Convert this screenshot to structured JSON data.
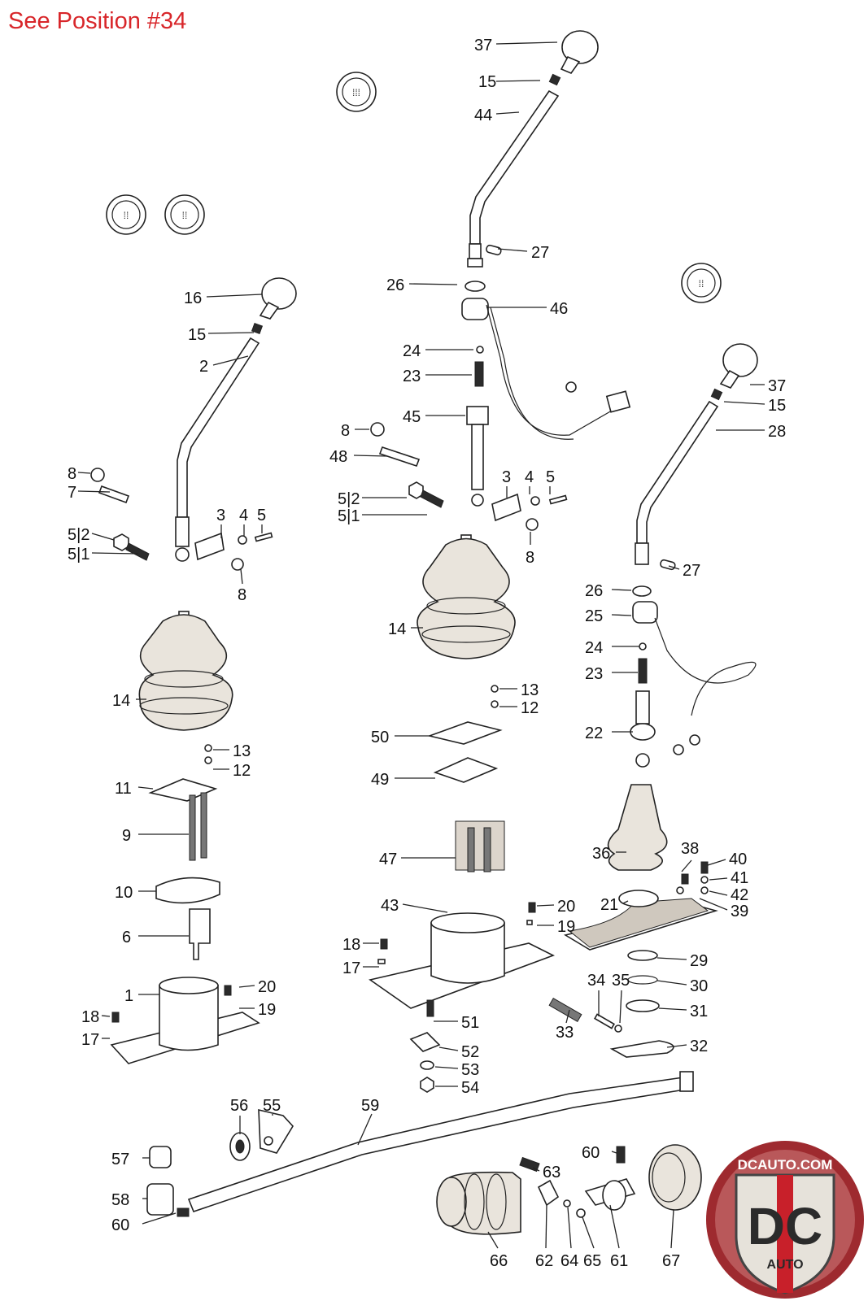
{
  "header": {
    "title": "See Position #34"
  },
  "callouts": [
    {
      "id": "c-37a",
      "text": "37"
    },
    {
      "id": "c-15a",
      "text": "15"
    },
    {
      "id": "c-44",
      "text": "44"
    },
    {
      "id": "c-27a",
      "text": "27"
    },
    {
      "id": "c-26a",
      "text": "26"
    },
    {
      "id": "c-46",
      "text": "46"
    },
    {
      "id": "c-24a",
      "text": "24"
    },
    {
      "id": "c-23a",
      "text": "23"
    },
    {
      "id": "c-45",
      "text": "45"
    },
    {
      "id": "c-8a",
      "text": "8"
    },
    {
      "id": "c-48",
      "text": "48"
    },
    {
      "id": "c-52a",
      "text": "5|2"
    },
    {
      "id": "c-51a",
      "text": "5|1"
    },
    {
      "id": "c-3a",
      "text": "3"
    },
    {
      "id": "c-4a",
      "text": "4"
    },
    {
      "id": "c-5a",
      "text": "5"
    },
    {
      "id": "c-8b",
      "text": "8"
    },
    {
      "id": "c-16",
      "text": "16"
    },
    {
      "id": "c-15b",
      "text": "15"
    },
    {
      "id": "c-2",
      "text": "2"
    },
    {
      "id": "c-8c",
      "text": "8"
    },
    {
      "id": "c-7",
      "text": "7"
    },
    {
      "id": "c-52b",
      "text": "5|2"
    },
    {
      "id": "c-51b",
      "text": "5|1"
    },
    {
      "id": "c-3b",
      "text": "3"
    },
    {
      "id": "c-4b",
      "text": "4"
    },
    {
      "id": "c-5b",
      "text": "5"
    },
    {
      "id": "c-8d",
      "text": "8"
    },
    {
      "id": "c-37b",
      "text": "37"
    },
    {
      "id": "c-15c",
      "text": "15"
    },
    {
      "id": "c-28",
      "text": "28"
    },
    {
      "id": "c-27b",
      "text": "27"
    },
    {
      "id": "c-26b",
      "text": "26"
    },
    {
      "id": "c-25",
      "text": "25"
    },
    {
      "id": "c-24b",
      "text": "24"
    },
    {
      "id": "c-23b",
      "text": "23"
    },
    {
      "id": "c-22",
      "text": "22"
    },
    {
      "id": "c-14a",
      "text": "14"
    },
    {
      "id": "c-14b",
      "text": "14"
    },
    {
      "id": "c-13a",
      "text": "13"
    },
    {
      "id": "c-12a",
      "text": "12"
    },
    {
      "id": "c-13b",
      "text": "13"
    },
    {
      "id": "c-12b",
      "text": "12"
    },
    {
      "id": "c-50",
      "text": "50"
    },
    {
      "id": "c-49",
      "text": "49"
    },
    {
      "id": "c-11",
      "text": "11"
    },
    {
      "id": "c-9",
      "text": "9"
    },
    {
      "id": "c-10",
      "text": "10"
    },
    {
      "id": "c-6",
      "text": "6"
    },
    {
      "id": "c-1",
      "text": "1"
    },
    {
      "id": "c-20a",
      "text": "20"
    },
    {
      "id": "c-19a",
      "text": "19"
    },
    {
      "id": "c-18a",
      "text": "18"
    },
    {
      "id": "c-17a",
      "text": "17"
    },
    {
      "id": "c-47",
      "text": "47"
    },
    {
      "id": "c-43",
      "text": "43"
    },
    {
      "id": "c-20b",
      "text": "20"
    },
    {
      "id": "c-19b",
      "text": "19"
    },
    {
      "id": "c-18b",
      "text": "18"
    },
    {
      "id": "c-17b",
      "text": "17"
    },
    {
      "id": "c-51c",
      "text": "51"
    },
    {
      "id": "c-52c",
      "text": "52"
    },
    {
      "id": "c-53",
      "text": "53"
    },
    {
      "id": "c-54",
      "text": "54"
    },
    {
      "id": "c-36",
      "text": "36"
    },
    {
      "id": "c-38",
      "text": "38"
    },
    {
      "id": "c-40",
      "text": "40"
    },
    {
      "id": "c-41",
      "text": "41"
    },
    {
      "id": "c-42",
      "text": "42"
    },
    {
      "id": "c-39",
      "text": "39"
    },
    {
      "id": "c-21",
      "text": "21"
    },
    {
      "id": "c-29",
      "text": "29"
    },
    {
      "id": "c-30",
      "text": "30"
    },
    {
      "id": "c-31",
      "text": "31"
    },
    {
      "id": "c-34",
      "text": "34"
    },
    {
      "id": "c-35",
      "text": "35"
    },
    {
      "id": "c-33",
      "text": "33"
    },
    {
      "id": "c-32",
      "text": "32"
    },
    {
      "id": "c-56",
      "text": "56"
    },
    {
      "id": "c-55",
      "text": "55"
    },
    {
      "id": "c-59",
      "text": "59"
    },
    {
      "id": "c-57",
      "text": "57"
    },
    {
      "id": "c-58",
      "text": "58"
    },
    {
      "id": "c-60a",
      "text": "60"
    },
    {
      "id": "c-60b",
      "text": "60"
    },
    {
      "id": "c-63",
      "text": "63"
    },
    {
      "id": "c-66",
      "text": "66"
    },
    {
      "id": "c-62",
      "text": "62"
    },
    {
      "id": "c-64",
      "text": "64"
    },
    {
      "id": "c-65",
      "text": "65"
    },
    {
      "id": "c-61",
      "text": "61"
    },
    {
      "id": "c-67",
      "text": "67"
    }
  ],
  "logo": {
    "url_text": "DCAUTO.COM",
    "mark": "DC",
    "sub": "AUTO"
  },
  "colors": {
    "title": "#d8262a",
    "logo_ring": "#9e2a2f",
    "logo_red": "#c8202a"
  }
}
